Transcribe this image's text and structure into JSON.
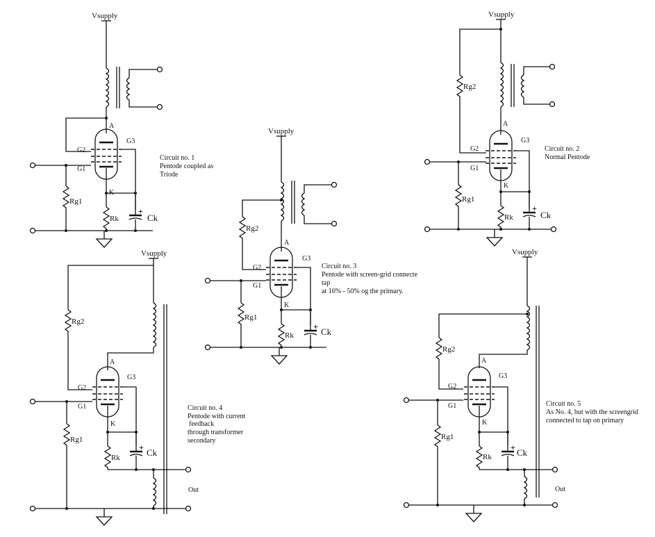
{
  "supply_label": "Vsupply",
  "pins": {
    "anode": "A",
    "g1": "G1",
    "g2": "G2",
    "g3": "G3",
    "cathode": "K"
  },
  "components": {
    "rg1": "Rg1",
    "rg2": "Rg2",
    "rk": "Rk",
    "ck": "Ck",
    "cap_plus": "+"
  },
  "output_label": "Out",
  "captions": {
    "c1": [
      "Circuit no. 1",
      "Pentode coupled as",
      "Triode"
    ],
    "c2": [
      "Circuit no. 2",
      "Normal Pentode"
    ],
    "c3": [
      "Circuit no. 3",
      "Pentode with screen-grid connecte",
      "tap",
      "at 16% - 50% og the primary."
    ],
    "c4": [
      "Circuit no. 4",
      "Pentode with current",
      "feedback",
      "through transformer",
      "secondary"
    ],
    "c5": [
      "Circuit no. 5",
      "As No. 4, but with the screengrid",
      "connected to tap on primary"
    ]
  }
}
